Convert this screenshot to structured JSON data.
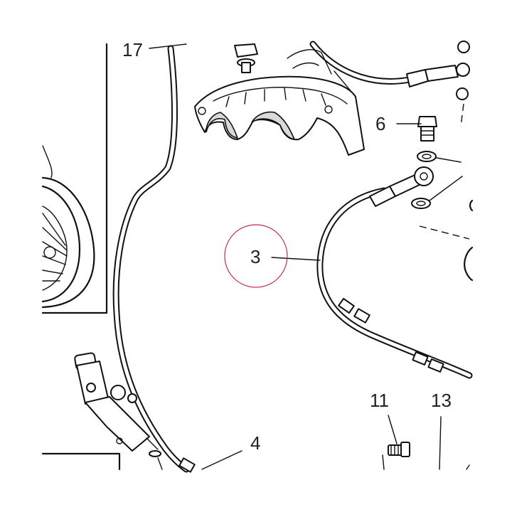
{
  "callouts": {
    "c17": "17",
    "c6": "6",
    "c3": "3",
    "c4": "4",
    "c11": "11",
    "c13": "13"
  },
  "highlight_color": "#c0304a"
}
